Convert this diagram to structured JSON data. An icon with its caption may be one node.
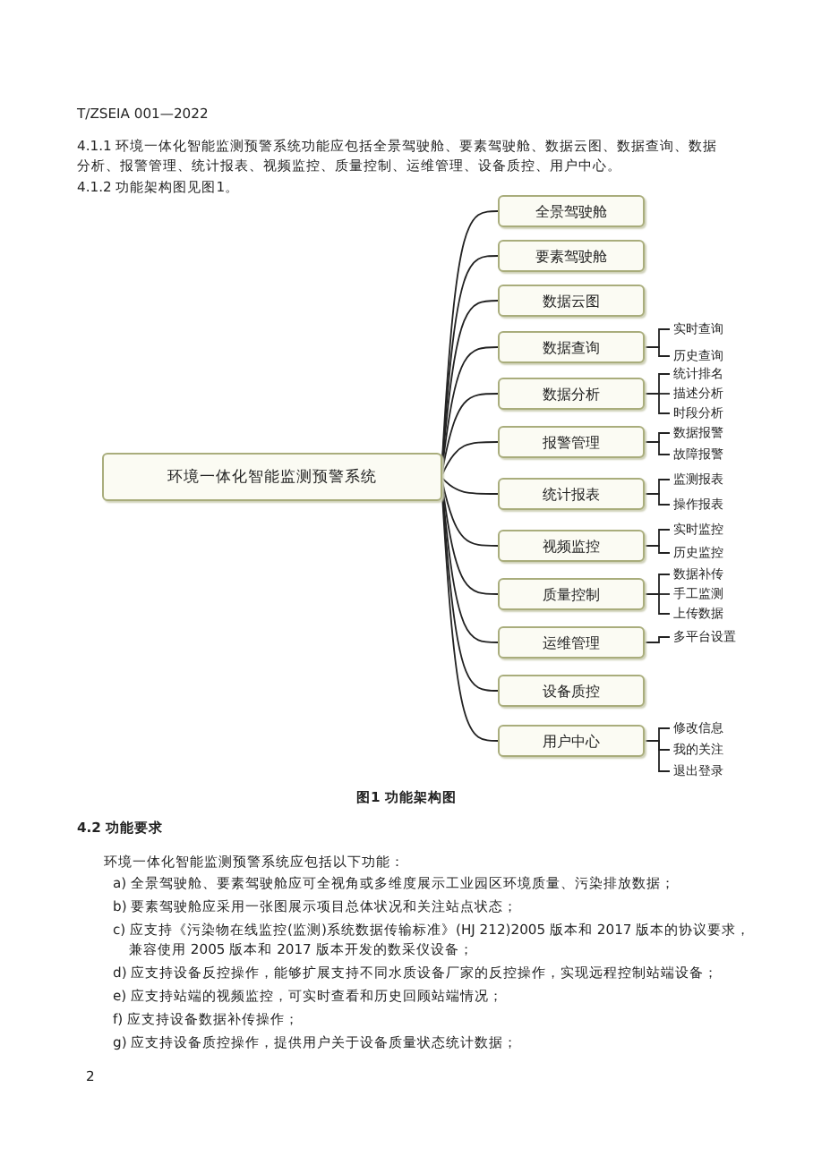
{
  "diagram": {
    "caption": "图1 功能架构图",
    "nodes": [
      {
        "text": [
          "环境一体化智能监测预警系统"
        ]
      },
      {
        "text": [
          "全景驾驶舱"
        ]
      },
      {
        "text": [
          "要素驾驶舱"
        ]
      },
      {
        "text": [
          "数据云图"
        ]
      },
      {
        "text": [
          "数据查询"
        ]
      },
      {
        "text": [
          "实时查询"
        ]
      },
      {
        "text": [
          "历史查询"
        ]
      },
      {
        "text": [
          "数据分析"
        ]
      },
      {
        "text": [
          "统计排名"
        ]
      },
      {
        "text": [
          "描述分析"
        ]
      },
      {
        "text": [
          "时段分析"
        ]
      },
      {
        "text": [
          "报警管理"
        ]
      },
      {
        "text": [
          "数据报警"
        ]
      },
      {
        "text": [
          "故障报警"
        ]
      },
      {
        "text": [
          "统计报表"
        ]
      },
      {
        "text": [
          "监测报表"
        ]
      },
      {
        "text": [
          "操作报表"
        ]
      },
      {
        "text": [
          "视频监控"
        ]
      },
      {
        "text": [
          "实时监控"
        ]
      },
      {
        "text": [
          "历史监控"
        ]
      },
      {
        "text": [
          "质量控制"
        ]
      },
      {
        "text": [
          "数据补传"
        ]
      },
      {
        "text": [
          "手工监测"
        ]
      },
      {
        "text": [
          "上传数据"
        ]
      },
      {
        "text": [
          "运维管理"
        ]
      },
      {
        "text": [
          "多平台设置"
        ]
      },
      {
        "text": [
          "设备质控"
        ]
      },
      {
        "text": [
          "用户中心"
        ]
      },
      {
        "text": [
          "修改信息"
        ]
      },
      {
        "text": [
          "我的关注"
        ]
      },
      {
        "text": [
          "退出登录"
        ]
      }
    ],
    "edges": [
      {
        "from": 0,
        "to": 1,
        "arrow": "none"
      },
      {
        "from": 0,
        "to": 2,
        "arrow": "none"
      },
      {
        "from": 0,
        "to": 3,
        "arrow": "none"
      },
      {
        "from": 0,
        "to": 4,
        "arrow": "none"
      },
      {
        "from": 4,
        "to": 5,
        "arrow": "none"
      },
      {
        "from": 4,
        "to": 6,
        "arrow": "none"
      },
      {
        "from": 0,
        "to": 7,
        "arrow": "none"
      },
      {
        "from": 7,
        "to": 8,
        "arrow": "none"
      },
      {
        "from": 7,
        "to": 9,
        "arrow": "none"
      },
      {
        "from": 7,
        "to": 10,
        "arrow": "none"
      },
      {
        "from": 0,
        "to": 11,
        "arrow": "none"
      },
      {
        "from": 11,
        "to": 12,
        "arrow": "none"
      },
      {
        "from": 11,
        "to": 13,
        "arrow": "none"
      },
      {
        "from": 0,
        "to": 14,
        "arrow": "none"
      },
      {
        "from": 14,
        "to": 15,
        "arrow": "none"
      },
      {
        "from": 14,
        "to": 16,
        "arrow": "none"
      },
      {
        "from": 0,
        "to": 17,
        "arrow": "none"
      },
      {
        "from": 17,
        "to": 18,
        "arrow": "none"
      },
      {
        "from": 17,
        "to": 19,
        "arrow": "none"
      },
      {
        "from": 0,
        "to": 20,
        "arrow": "none"
      },
      {
        "from": 20,
        "to": 21,
        "arrow": "none"
      },
      {
        "from": 20,
        "to": 22,
        "arrow": "none"
      },
      {
        "from": 20,
        "to": 23,
        "arrow": "none"
      },
      {
        "from": 0,
        "to": 24,
        "arrow": "none"
      },
      {
        "from": 24,
        "to": 25,
        "arrow": "none"
      },
      {
        "from": 0,
        "to": 26,
        "arrow": "none"
      },
      {
        "from": 0,
        "to": 27,
        "arrow": "none"
      },
      {
        "from": 27,
        "to": 28,
        "arrow": "none"
      },
      {
        "from": 27,
        "to": 29,
        "arrow": "none"
      },
      {
        "from": 27,
        "to": 30,
        "arrow": "none"
      }
    ],
    "labels": [
      "T/ZSEIA 001—2022",
      "4.1.1 环境一体化智能监测预警系统功能应包括全景驾驶舱、要素驾驶舱、数据云图、数据查询、数据分析、报警管理、统计报表、视频监控、质量控制、运维管理、设备质控、用户中心。",
      "4.1.2 功能架构图见图1。",
      "4.2 功能要求",
      "环境一体化智能监测预警系统应包括以下功能：",
      "a) 全景驾驶舱、要素驾驶舱应可全视角或多维度展示工业园区环境质量、污染排放数据；",
      "b) 要素驾驶舱应采用一张图展示项目总体状况和关注站点状态；",
      "c) 应支持《污染物在线监控(监测)系统数据传输标准》(HJ 212)2005 版本和 2017 版本的协议要求，兼容使用 2005 版本和 2017 版本开发的数采仪设备；",
      "d) 应支持设备反控操作，能够扩展支持不同水质设备厂家的反控操作，实现远程控制站端设备；",
      "e) 应支持站端的视频监控，可实时查看和历史回顾站端情况；",
      "f) 应支持设备数据补传操作；",
      "g) 应支持设备质控操作，提供用户关于设备质量状态统计数据；",
      "2"
    ]
  }
}
